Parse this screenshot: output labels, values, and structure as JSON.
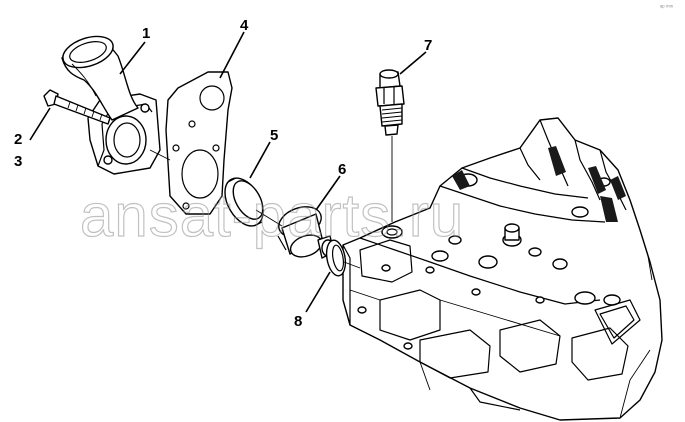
{
  "diagram": {
    "corner_mark": "ᵃᵖ ᵐᵐ",
    "watermark": "ansat-parts.ru",
    "callouts": [
      {
        "id": "1",
        "label": "1"
      },
      {
        "id": "2",
        "label": "2"
      },
      {
        "id": "3",
        "label": "3"
      },
      {
        "id": "4",
        "label": "4"
      },
      {
        "id": "5",
        "label": "5"
      },
      {
        "id": "6",
        "label": "6"
      },
      {
        "id": "7",
        "label": "7"
      },
      {
        "id": "8",
        "label": "8"
      }
    ],
    "parts": [
      {
        "id": "1",
        "name": "thermostat-housing-outlet"
      },
      {
        "id": "2",
        "name": "bolt"
      },
      {
        "id": "4",
        "name": "gasket"
      },
      {
        "id": "5",
        "name": "seal-ring"
      },
      {
        "id": "6",
        "name": "thermostat"
      },
      {
        "id": "7",
        "name": "temperature-sensor"
      },
      {
        "id": "8",
        "name": "o-ring"
      }
    ],
    "colors": {
      "ink": "#000000",
      "paper": "#ffffff",
      "watermark": "#8f8f8f"
    }
  }
}
